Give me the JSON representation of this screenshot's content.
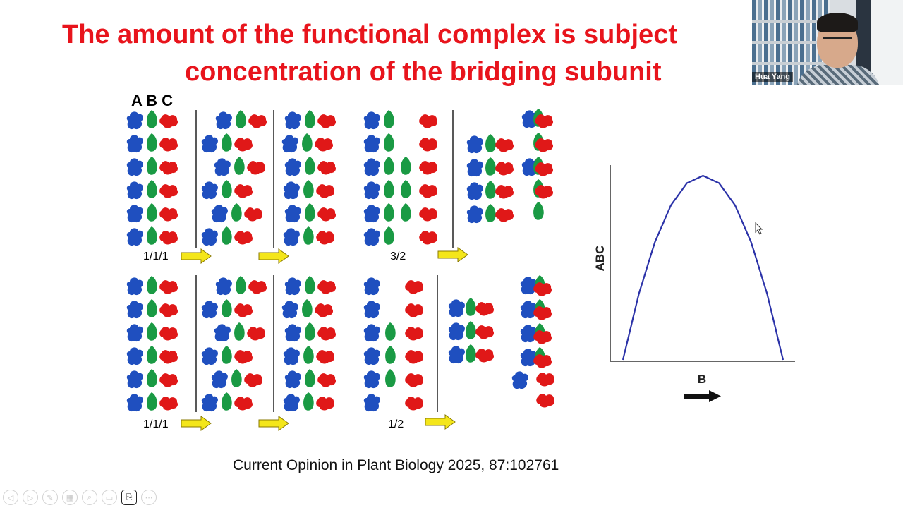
{
  "slide": {
    "title_line1": "The amount of the functional complex is subject",
    "title_line2": "concentration of the bridging subunit",
    "citation": "Current Opinion in Plant Biology 2025, 87:102761"
  },
  "figure": {
    "abc_header": "A B C",
    "top_ratio_left": "1/1/1",
    "top_ratio_right": "3/2",
    "bottom_ratio_left": "1/1/1",
    "bottom_ratio_right": "1/2",
    "colors": {
      "A": "#1f4fbf",
      "B": "#1a9a44",
      "C": "#e01818",
      "arrow": "#f4e61a",
      "curve": "#2b32a8"
    }
  },
  "chart_data": {
    "type": "line",
    "title": "",
    "xlabel": "B",
    "ylabel": "ABC",
    "x": [
      0,
      0.1,
      0.2,
      0.3,
      0.4,
      0.5,
      0.6,
      0.7,
      0.8,
      0.9,
      1.0
    ],
    "series": [
      {
        "values": [
          0,
          0.36,
          0.64,
          0.84,
          0.96,
          1.0,
          0.96,
          0.84,
          0.64,
          0.36,
          0
        ]
      }
    ],
    "xlim": [
      0,
      1
    ],
    "ylim": [
      0,
      1
    ],
    "grid": false
  },
  "webcam": {
    "participant_name": "Hua Yang"
  },
  "toolbar": {
    "buttons": [
      {
        "name": "previous-slide",
        "glyph": "◁"
      },
      {
        "name": "next-slide",
        "glyph": "▷"
      },
      {
        "name": "pen",
        "glyph": "✎"
      },
      {
        "name": "slides-grid",
        "glyph": "▦"
      },
      {
        "name": "zoom",
        "glyph": "⌕"
      },
      {
        "name": "subtitles",
        "glyph": "▭"
      },
      {
        "name": "camera",
        "glyph": "⎘"
      },
      {
        "name": "more",
        "glyph": "⋯"
      }
    ]
  }
}
